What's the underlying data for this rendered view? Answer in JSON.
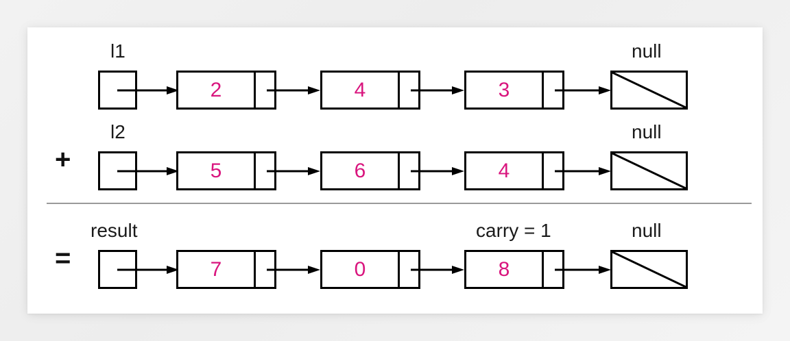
{
  "diagram": {
    "title": "add-two-numbers-linked-list",
    "colors": {
      "digit": "#d9157e",
      "stroke": "#000000",
      "divider": "#9a9a9a",
      "card": "#ffffff",
      "page": "#f0f0f0"
    },
    "null_label": "null",
    "rows": [
      {
        "id": "row-l1",
        "operator": "",
        "head_label": "l1",
        "tail_label": "null",
        "extra_label": "",
        "values": [
          "2",
          "4",
          "3"
        ]
      },
      {
        "id": "row-l2",
        "operator": "+",
        "head_label": "l2",
        "tail_label": "null",
        "extra_label": "",
        "values": [
          "5",
          "6",
          "4"
        ]
      },
      {
        "id": "row-result",
        "operator": "=",
        "head_label": "result",
        "tail_label": "null",
        "extra_label": "carry = 1",
        "values": [
          "7",
          "0",
          "8"
        ]
      }
    ]
  }
}
